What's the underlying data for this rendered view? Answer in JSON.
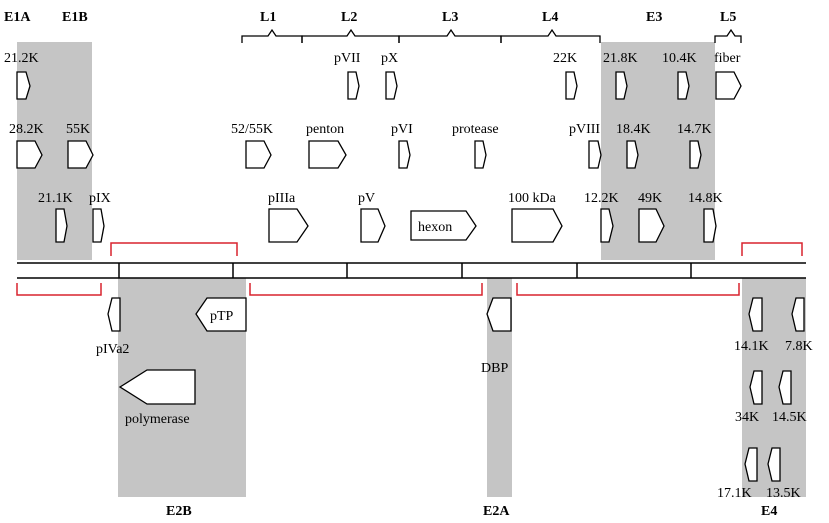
{
  "regions": {
    "e1a": "E1A",
    "e1b": "E1B",
    "l1": "L1",
    "l2": "L2",
    "l3": "L3",
    "l4": "L4",
    "e3": "E3",
    "l5": "L5",
    "e2b": "E2B",
    "e2a": "E2A",
    "e4": "E4"
  },
  "genes": {
    "g21_2k": "21.2K",
    "g28_2k": "28.2K",
    "g55k": "55K",
    "g21_1k": "21.1K",
    "pix": "pIX",
    "pvii": "pVII",
    "px": "pX",
    "g22k": "22K",
    "g21_8k": "21.8K",
    "g10_4k": "10.4K",
    "fiber": "fiber",
    "g52_55k": "52/55K",
    "penton": "penton",
    "pvi": "pVI",
    "protease": "protease",
    "pviii": "pVIII",
    "g18_4k": "18.4K",
    "g14_7k": "14.7K",
    "piiia": "pIIIa",
    "pv": "pV",
    "hexon": "hexon",
    "g100kda": "100 kDa",
    "g12_2k": "12.2K",
    "g49k": "49K",
    "g14_8k": "14.8K",
    "pIva2": "pIVa2",
    "ptp": "pTP",
    "polymerase": "polymerase",
    "dbp": "DBP",
    "g14_1k": "14.1K",
    "g7_8k": "7.8K",
    "g34k": "34K",
    "g14_5k": "14.5K",
    "g17_1k": "17.1K",
    "g13_5k": "13.5K"
  },
  "colors": {
    "shade": "#c5c5c5",
    "bracket": "#d9232e",
    "line": "#000000"
  }
}
